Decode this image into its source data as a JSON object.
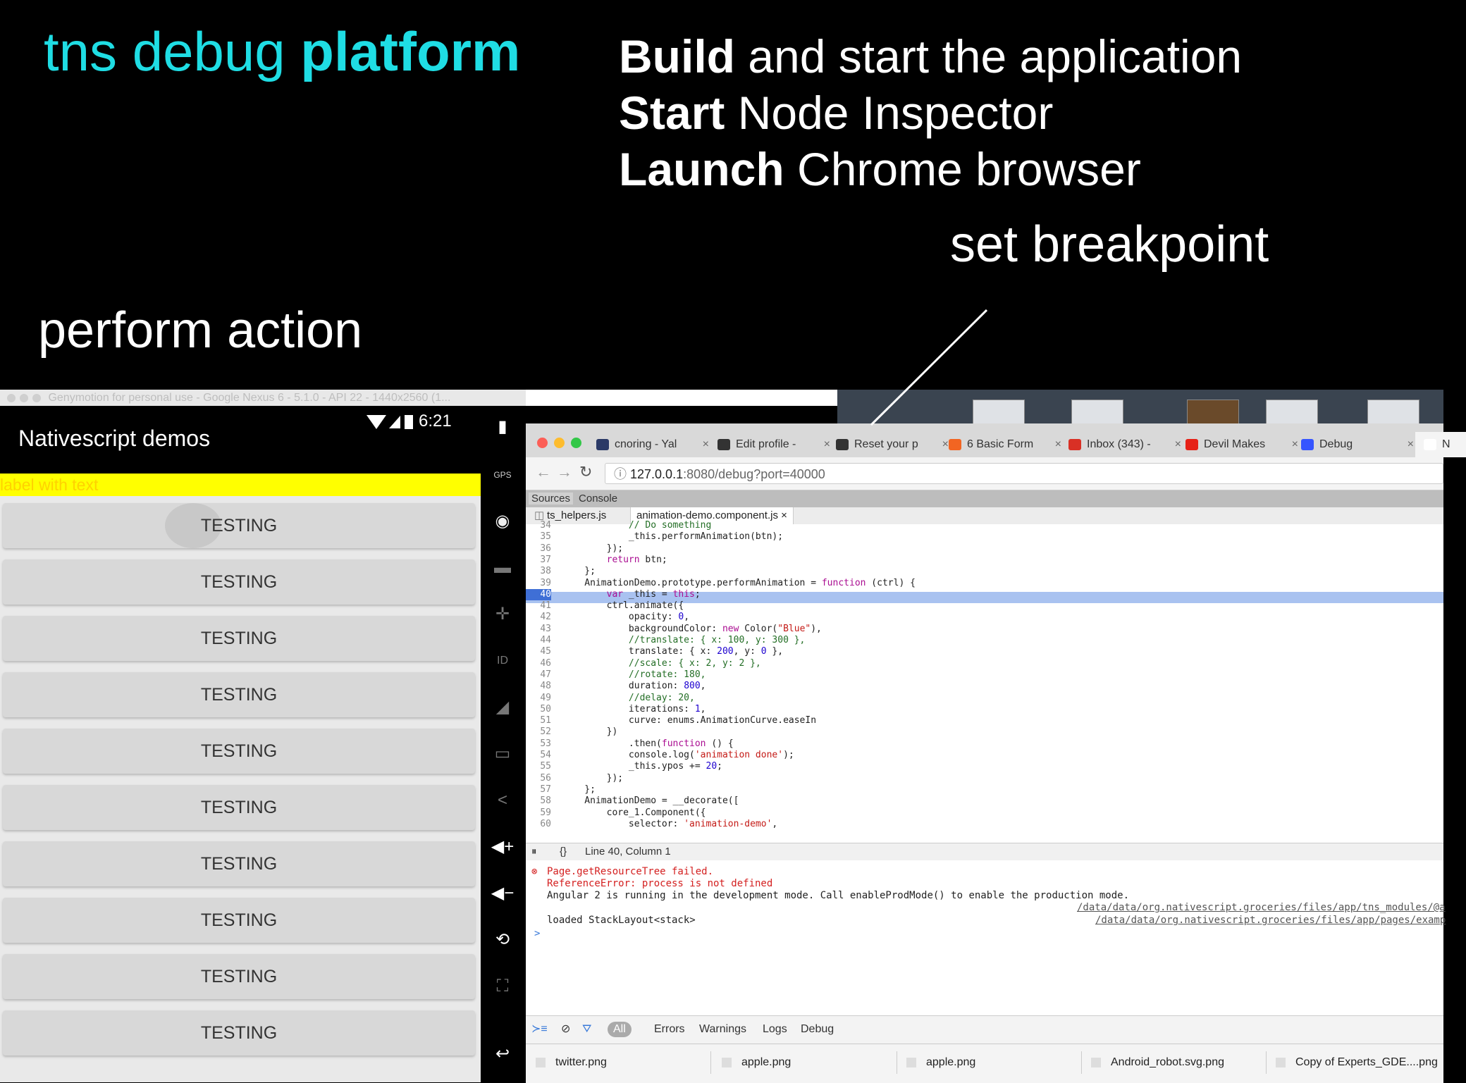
{
  "slide": {
    "headline_normal": "tns debug ",
    "headline_bold": "platform",
    "steps": [
      {
        "bold": "Build",
        "rest": " and start the application"
      },
      {
        "bold": "Start",
        "rest": " Node Inspector"
      },
      {
        "bold": "Launch",
        "rest": " Chrome browser"
      }
    ],
    "breakpoint_label": "set breakpoint",
    "perform_label": "perform action"
  },
  "genymotion": {
    "window_title": "Genymotion for personal use - Google Nexus 6 - 5.1.0 - API 22 - 1440x2560 (1...",
    "toolbar_icons": [
      "battery-icon",
      "gps-icon",
      "camera-icon",
      "clapper-icon",
      "dpad-icon",
      "id-icon",
      "cast-icon",
      "sms-icon",
      "share-icon",
      "volume-up-icon",
      "volume-down-icon",
      "rotate-icon",
      "scale-icon",
      "back-icon"
    ],
    "gps_label": "GPS"
  },
  "phone": {
    "app_title": "Nativescript demos",
    "time": "6:21",
    "label_text": "label with text",
    "buttons": [
      "TESTING",
      "TESTING",
      "TESTING",
      "TESTING",
      "TESTING",
      "TESTING",
      "TESTING",
      "TESTING",
      "TESTING",
      "TESTING"
    ]
  },
  "chrome": {
    "tabs": [
      {
        "label": "cnoring - Yal",
        "icon": "mail-icon",
        "color": "#2b3a67"
      },
      {
        "label": "Edit profile -",
        "icon": "stackshare-icon",
        "color": "#333333"
      },
      {
        "label": "Reset your p",
        "icon": "stackshare-icon",
        "color": "#333333"
      },
      {
        "label": "6 Basic Form",
        "icon": "star-badge-icon",
        "color": "#f26522"
      },
      {
        "label": "Inbox (343) -",
        "icon": "gmail-icon",
        "color": "#d93025"
      },
      {
        "label": "Devil Makes",
        "icon": "youtube-icon",
        "color": "#e62117"
      },
      {
        "label": "Debug",
        "icon": "nativescript-icon",
        "color": "#3655ff"
      },
      {
        "label": "N",
        "icon": "page-icon",
        "color": "#ffffff"
      }
    ],
    "url_host": "127.0.0.1",
    "url_rest": ":8080/debug?port=40000",
    "devtools_tabs": [
      "Sources",
      "Console"
    ],
    "file_tabs": [
      "ts_helpers.js",
      "animation-demo.component.js ×"
    ],
    "code_lines": [
      {
        "n": "34",
        "t": "            // Do something"
      },
      {
        "n": "35",
        "t": "            _this.performAnimation(btn);"
      },
      {
        "n": "36",
        "t": "        });"
      },
      {
        "n": "37",
        "t": "        return btn;"
      },
      {
        "n": "38",
        "t": "    };"
      },
      {
        "n": "39",
        "t": "    AnimationDemo.prototype.performAnimation = function (ctrl) {"
      },
      {
        "n": "40",
        "t": "        var _this = this;"
      },
      {
        "n": "41",
        "t": "        ctrl.animate({"
      },
      {
        "n": "42",
        "t": "            opacity: 0,"
      },
      {
        "n": "43",
        "t": "            backgroundColor: new Color(\"Blue\"),"
      },
      {
        "n": "44",
        "t": "            //translate: { x: 100, y: 300 },"
      },
      {
        "n": "45",
        "t": "            translate: { x: 200, y: 0 },"
      },
      {
        "n": "46",
        "t": "            //scale: { x: 2, y: 2 },"
      },
      {
        "n": "47",
        "t": "            //rotate: 180,"
      },
      {
        "n": "48",
        "t": "            duration: 800,"
      },
      {
        "n": "49",
        "t": "            //delay: 20,"
      },
      {
        "n": "50",
        "t": "            iterations: 1,"
      },
      {
        "n": "51",
        "t": "            curve: enums.AnimationCurve.easeIn"
      },
      {
        "n": "52",
        "t": "        })"
      },
      {
        "n": "53",
        "t": "            .then(function () {"
      },
      {
        "n": "54",
        "t": "            console.log('animation done');"
      },
      {
        "n": "55",
        "t": "            _this.ypos += 20;"
      },
      {
        "n": "56",
        "t": "        });"
      },
      {
        "n": "57",
        "t": "    };"
      },
      {
        "n": "58",
        "t": "    AnimationDemo = __decorate(["
      },
      {
        "n": "59",
        "t": "        core_1.Component({"
      },
      {
        "n": "60",
        "t": "            selector: 'animation-demo',"
      }
    ],
    "cursor_position": "Line 40, Column 1",
    "console_lines": [
      {
        "text": "Page.getResourceTree failed.",
        "error": true
      },
      {
        "text": "ReferenceError: process is not defined",
        "error": true
      },
      {
        "text": "Angular 2 is running in the development mode. Call enableProdMode() to enable the production mode.",
        "error": false
      },
      {
        "text": "loaded StackLayout<stack>",
        "error": false
      }
    ],
    "console_sources": [
      "/data/data/org.nativescript.groceries/files/app/tns_modules/@a",
      "/data/data/org.nativescript.groceries/files/app/pages/examp"
    ],
    "console_prompt": ">",
    "filter_levels": [
      "All",
      "Errors",
      "Warnings",
      "Logs",
      "Debug"
    ],
    "downloads": [
      "twitter.png",
      "apple.png",
      "apple.png",
      "Android_robot.svg.png",
      "Copy of Experts_GDE....png"
    ]
  }
}
